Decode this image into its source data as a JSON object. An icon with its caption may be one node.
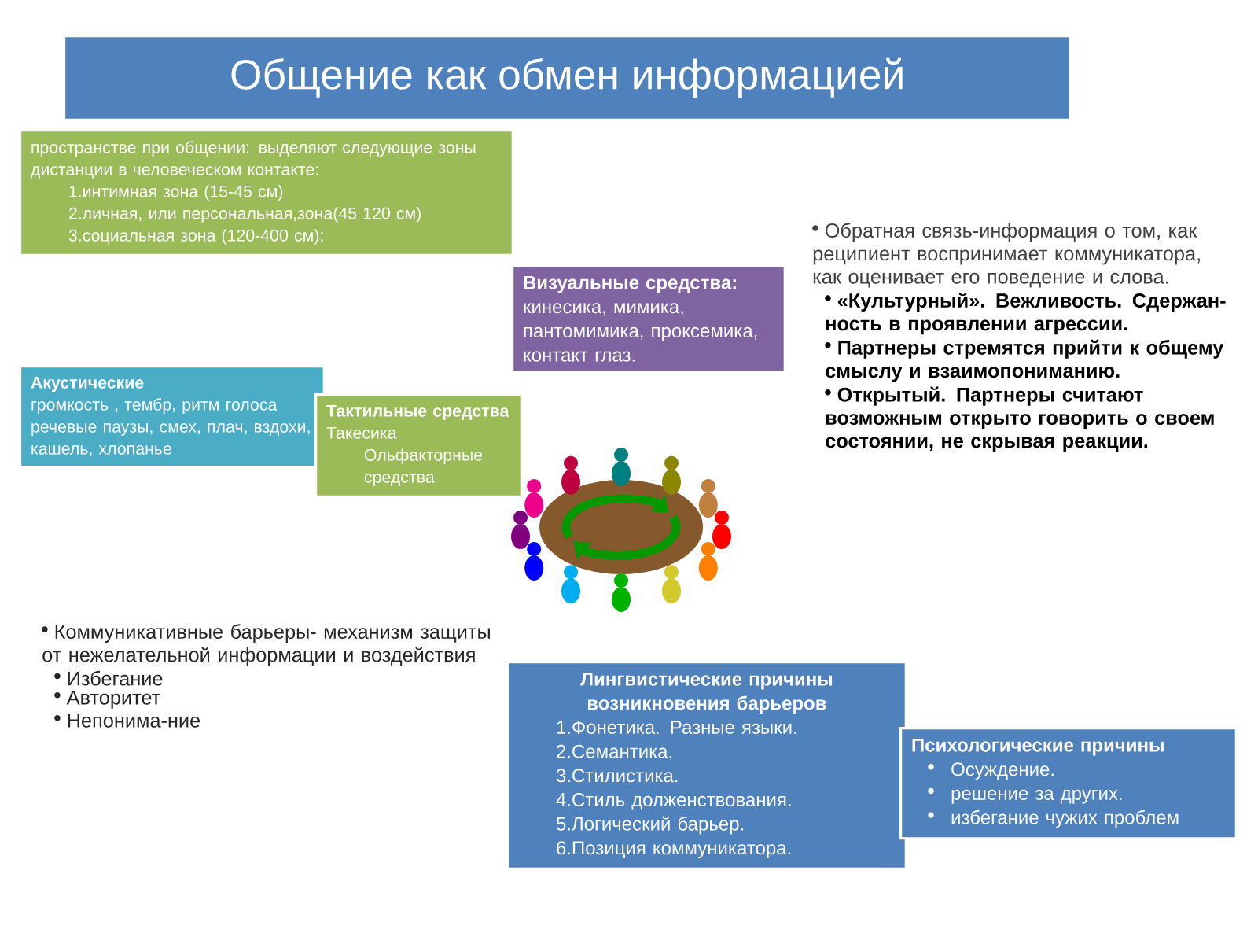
{
  "diagram": {
    "title": "Общение как обмен информацией",
    "nodes": [
      {
        "text": [
          "пространстве при общении: выделяют следующие зоны дистанции в человеческом контакте:",
          "1.интимная зона (15-45 см)",
          "2.личная, или персональная,зона(45 120 см)",
          "3.социальная зона (120-400 см);"
        ]
      },
      {
        "text": [
          "Визуальные средства:",
          "кинесика, мимика, пантомимика, проксемика, контакт глаз."
        ]
      },
      {
        "text": [
          "Акустические",
          "громкость , тембр, ритм голоса речевые паузы, смех, плач, вздохи, кашель, хлопанье"
        ]
      },
      {
        "text": [
          "Тактильные средства",
          "Такесика",
          "Ольфакторные средства"
        ]
      },
      {
        "text": [
          "Лингвистические причины возникновения барьеров",
          "1.Фонетика. Разные языки.",
          "2.Семантика.",
          "3.Стилистика.",
          "4.Стиль долженствования.",
          "5.Логический барьер.",
          "6.Позиция коммуникатора."
        ]
      },
      {
        "text": [
          "Психологические причины",
          "Осуждение.",
          "решение за других.",
          "избегание чужих проблем"
        ]
      }
    ],
    "labels": [
      "Обратная связь-информация о том, как реципиент воспринимает коммуникатора, как оценивает его поведение и слова.",
      "«Культурный». Вежливость. Сдержан-ность в проявлении агрессии.",
      "Партнеры стремятся прийти к общему смыслу и взаимопониманию.",
      "Открытый. Партнеры считают возможным открыто говорить о своем состоянии, не скрывая реакции.",
      "Коммуникативные барьеры- механизм защиты от нежелательной информации и воздействия",
      "Избегание",
      "Авторитет",
      "Непонима-ние"
    ]
  }
}
